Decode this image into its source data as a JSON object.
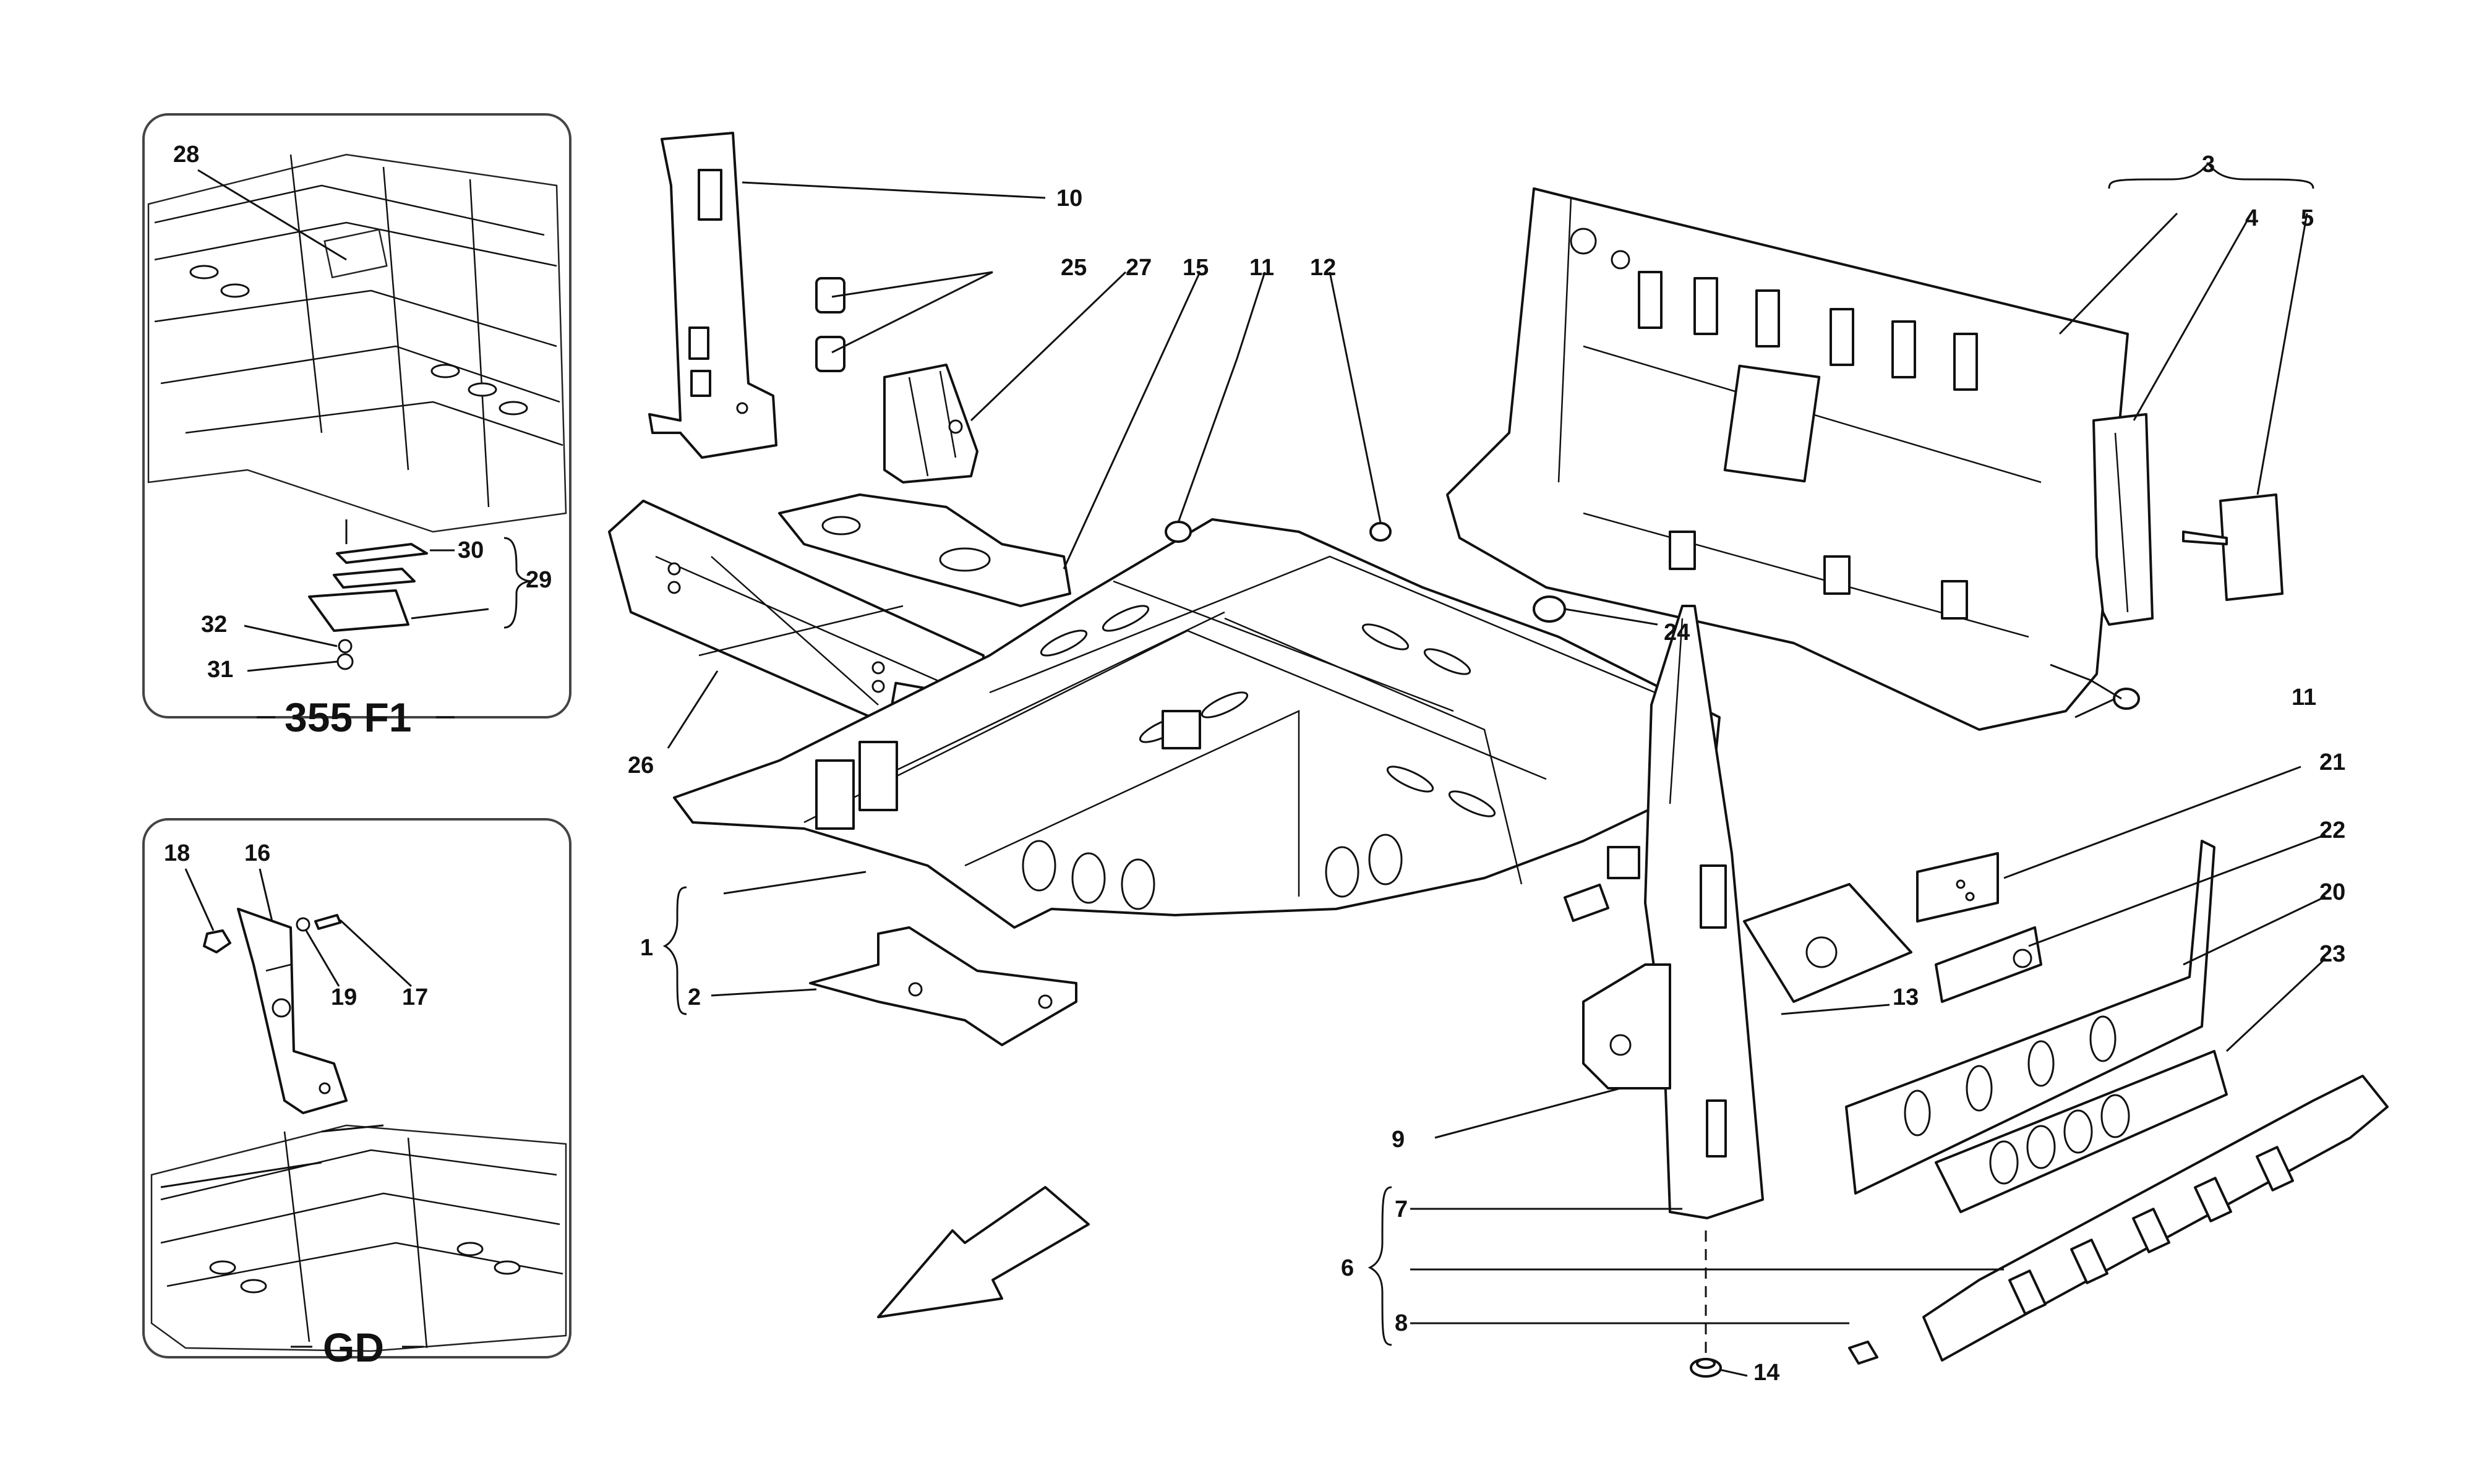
{
  "insets": {
    "top": {
      "caption": "355 F1",
      "labels": [
        "28",
        "30",
        "29",
        "32",
        "31"
      ]
    },
    "bottom": {
      "caption": "GD",
      "labels": [
        "18",
        "16",
        "19",
        "17"
      ]
    }
  },
  "callouts": [
    "1",
    "2",
    "3",
    "4",
    "5",
    "6",
    "7",
    "8",
    "9",
    "10",
    "11",
    "11",
    "12",
    "13",
    "14",
    "15",
    "20",
    "21",
    "22",
    "23",
    "24",
    "25",
    "26",
    "27"
  ],
  "colors": {
    "line": "#111111",
    "background": "#ffffff",
    "inset_border": "#444444"
  },
  "icons": {
    "direction_arrow": "arrow-down-left-icon"
  }
}
